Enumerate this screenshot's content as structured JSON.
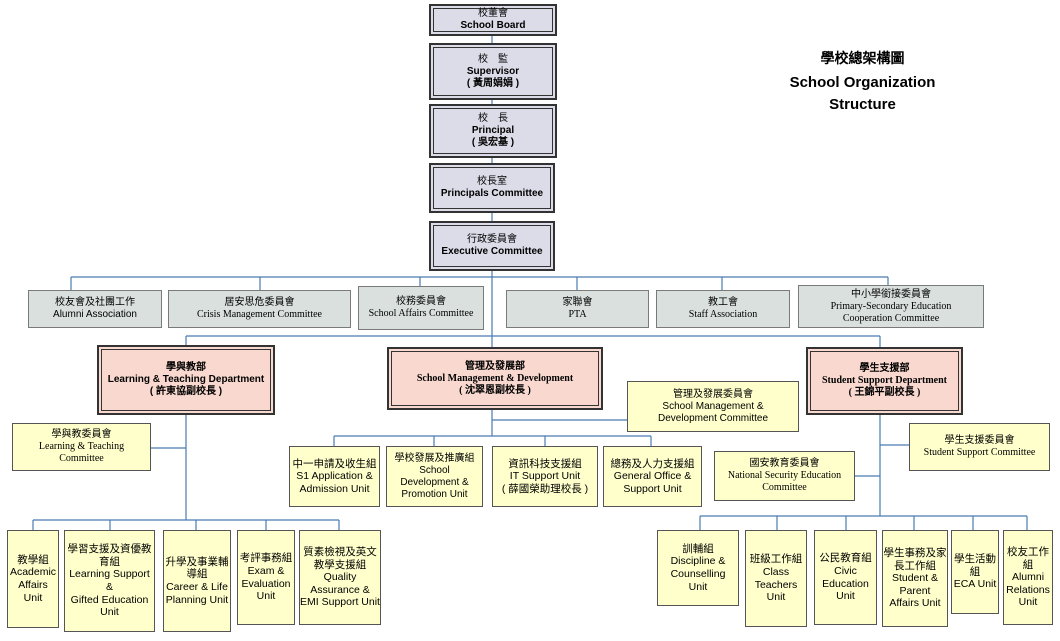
{
  "title": {
    "zh": "學校總架構圖",
    "en_line1": "School Organization",
    "en_line2": "Structure"
  },
  "top": [
    {
      "zh": "校董會",
      "en": "School Board"
    },
    {
      "zh": "校　監",
      "en": "Supervisor",
      "note": "( 黃周娟娟 )"
    },
    {
      "zh": "校　長",
      "en": "Principal",
      "note": "( 吳宏基 )"
    },
    {
      "zh": "校長室",
      "en": "Principals Committee"
    },
    {
      "zh": "行政委員會",
      "en": "Executive Committee"
    }
  ],
  "committees": [
    {
      "zh": "校友會及社團工作",
      "en": "Alumni Association"
    },
    {
      "zh": "居安思危委員會",
      "en": "Crisis Management Committee"
    },
    {
      "zh": "校務委員會",
      "en": "School Affairs Committee"
    },
    {
      "zh": "家聯會",
      "en": "PTA"
    },
    {
      "zh": "教工會",
      "en": "Staff Association"
    },
    {
      "zh": "中小學銜接委員會",
      "en": "Primary-Secondary Education",
      "en2": "Cooperation Committee"
    }
  ],
  "departments": {
    "learning": {
      "zh": "學與教部",
      "en": "Learning & Teaching Department",
      "note": "( 許東協副校長 )"
    },
    "management": {
      "zh": "管理及發展部",
      "en": "School Management & Development",
      "note": "( 沈翠恩副校長 )"
    },
    "support": {
      "zh": "學生支援部",
      "en": "Student Support Department",
      "note": "( 王錦平副校長 )"
    }
  },
  "dept_committees": {
    "learning": {
      "zh": "學與教委員會",
      "en": "Learning & Teaching",
      "en2": "Committee"
    },
    "management": {
      "zh": "管理及發展委員會",
      "en": "School Management &",
      "en2": "Development Committee"
    },
    "support": {
      "zh": "學生支援委員會",
      "en": "Student Support Committee"
    },
    "security": {
      "zh": "國安教育委員會",
      "en": "National Security Education",
      "en2": "Committee"
    }
  },
  "learning_units": [
    {
      "zh": "教學組",
      "en": "Academic",
      "en2": "Affairs Unit"
    },
    {
      "zh": "學習支援及資優教",
      "zh2": "育組",
      "en": "Learning Support &",
      "en2": "Gifted Education",
      "en3": "Unit"
    },
    {
      "zh": "升學及事業輔",
      "zh2": "導組",
      "en": "Career & Life",
      "en2": "Planning Unit"
    },
    {
      "zh": "考評事務組",
      "en": "Exam &",
      "en2": "Evaluation",
      "en3": "Unit"
    },
    {
      "zh": "質素檢視及英文",
      "zh2": "教學支援組",
      "en": "Quality",
      "en2": "Assurance &",
      "en3": "EMI Support Unit"
    }
  ],
  "management_units": [
    {
      "zh": "中一申請及收生組",
      "en": "S1 Application &",
      "en2": "Admission Unit"
    },
    {
      "zh": "學校發展及推廣組",
      "en": "School",
      "en2": "Development &",
      "en3": "Promotion Unit"
    },
    {
      "zh": "資訊科技支援組",
      "en": "IT Support Unit",
      "note": "( 薛國榮助理校長 )"
    },
    {
      "zh": "總務及人力支援組",
      "en": "General Office &",
      "en2": "Support Unit"
    }
  ],
  "support_units": [
    {
      "zh": "訓輔組",
      "en": "Discipline &",
      "en2": "Counselling",
      "en3": "Unit"
    },
    {
      "zh": "班級工作組",
      "en": "Class",
      "en2": "Teachers",
      "en3": "Unit"
    },
    {
      "zh": "公民教育組",
      "en": "Civic",
      "en2": "Education",
      "en3": "Unit"
    },
    {
      "zh": "學生事務及家",
      "zh2": "長工作組",
      "en": "Student &",
      "en2": "Parent",
      "en3": "Affairs Unit"
    },
    {
      "zh": "學生活動",
      "zh2": "組",
      "en": "ECA Unit"
    },
    {
      "zh": "校友工作",
      "zh2": "組",
      "en": "Alumni",
      "en2": "Relations",
      "en3": "Unit"
    }
  ],
  "colors": {
    "board": "#dcdbe8",
    "committee": "#d9e0de",
    "department": "#f9d9cf",
    "unit": "#ffffcc",
    "line": "#4a7ab0"
  }
}
